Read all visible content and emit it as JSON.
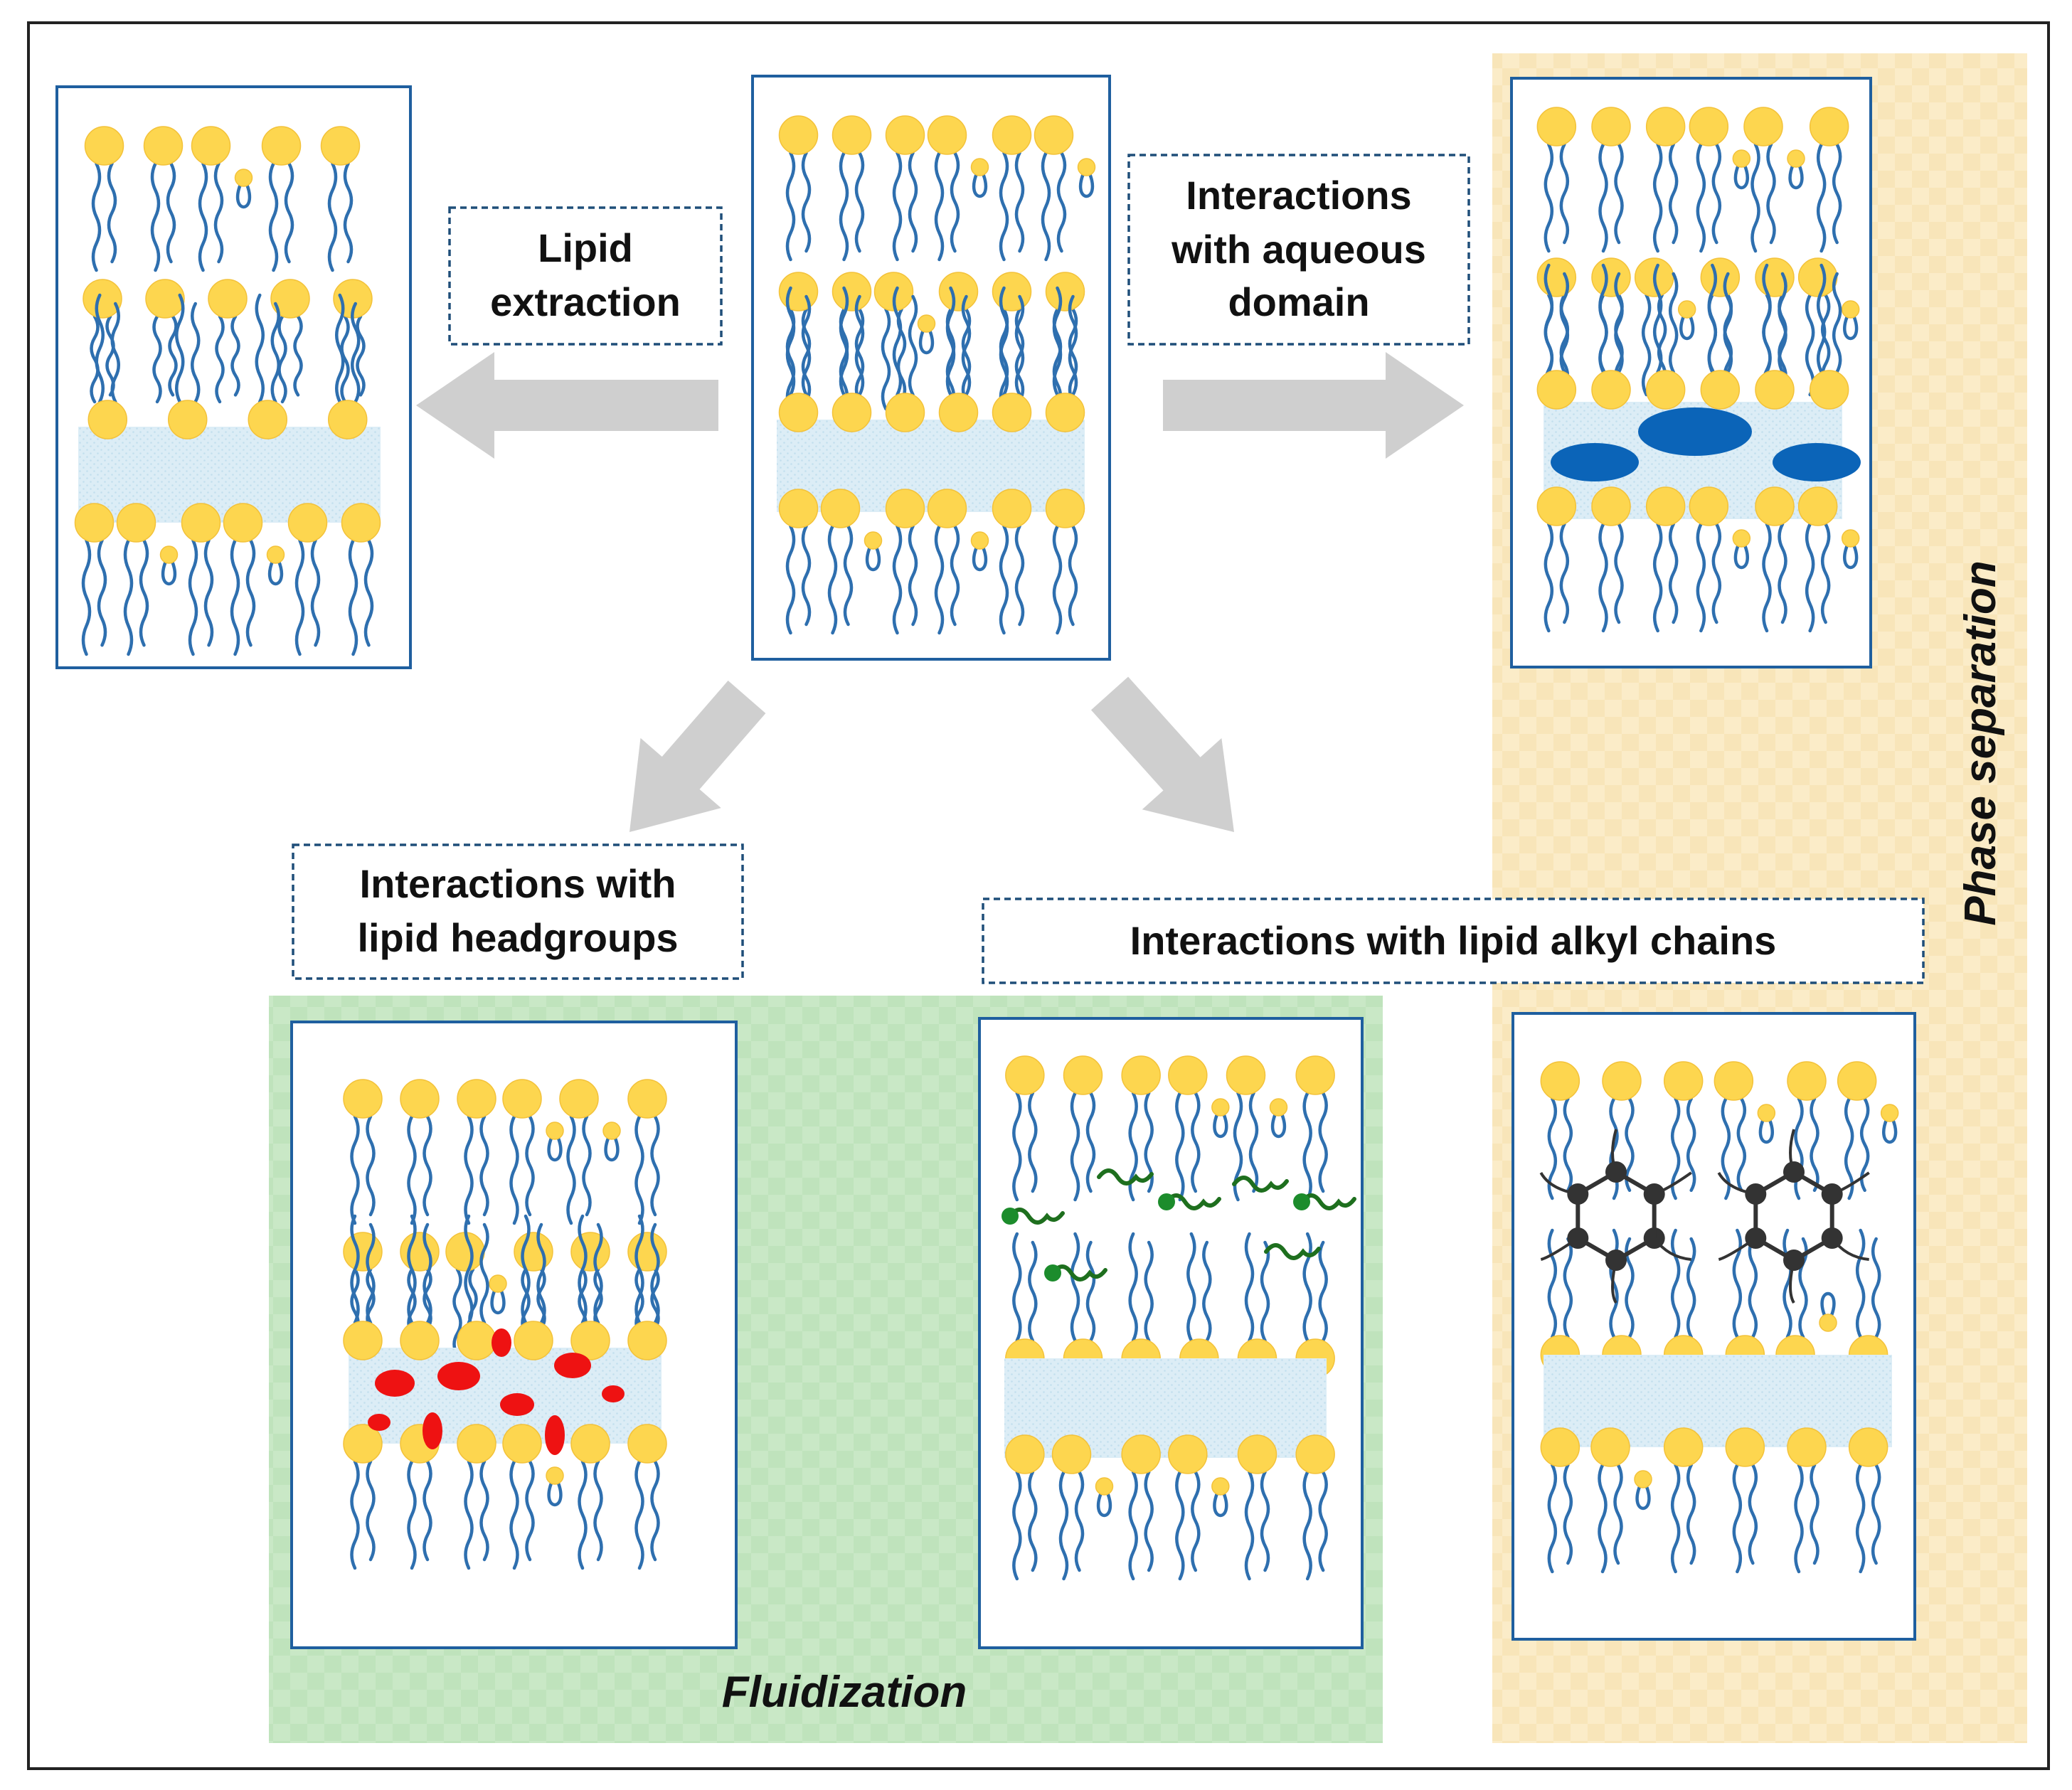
{
  "labels": {
    "lipid_extraction": [
      "Lipid",
      "extraction"
    ],
    "aqueous_domain": [
      "Interactions",
      "with aqueous",
      "domain"
    ],
    "headgroups": [
      "Interactions with",
      "lipid headgroups"
    ],
    "alkyl_chains": "Interactions with lipid alkyl chains"
  },
  "regions": {
    "fluidization": "Fluidization",
    "phase_separation": "Phase separation"
  },
  "colors": {
    "headgroup": "#fdd64f",
    "tail": "#2e6faf",
    "aqueous_layer": "#d8ecf5",
    "fluidization_bg": "#c6e7c4",
    "phase_separation_bg": "#faeac4",
    "aqueous_molecule": "#0b64b8",
    "headgroup_molecule": "#ee1212",
    "alkyl_molecule": "#1e6f1e",
    "aromatic_molecule": "#333333",
    "arrow": "#cfcfcf",
    "frame": "#1f5f9f"
  }
}
